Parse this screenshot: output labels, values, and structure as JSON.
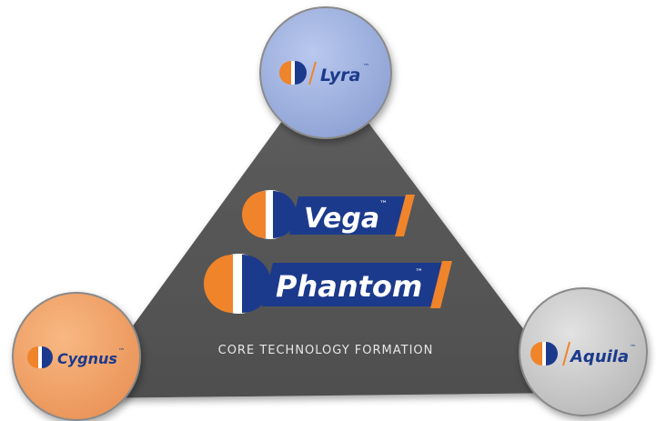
{
  "diagram": {
    "caption": "CORE TECHNOLOGY FORMATION",
    "core": [
      {
        "name": "Vega",
        "mark": "™"
      },
      {
        "name": "Phantom",
        "mark": "™"
      }
    ],
    "nodes": {
      "top": {
        "name": "Lyra",
        "mark": "™",
        "color": "#9fb3e0"
      },
      "left": {
        "name": "Cygnus",
        "mark": "™",
        "color": "#f3a56a"
      },
      "right": {
        "name": "Aquila",
        "mark": "™",
        "color": "#c8c8c8"
      }
    }
  },
  "colors": {
    "triangle": "#575757",
    "brand_blue": "#1c3a8c",
    "brand_orange": "#f0842a"
  },
  "icons": [
    "brand-logo-icon",
    "slash-accent-icon"
  ]
}
